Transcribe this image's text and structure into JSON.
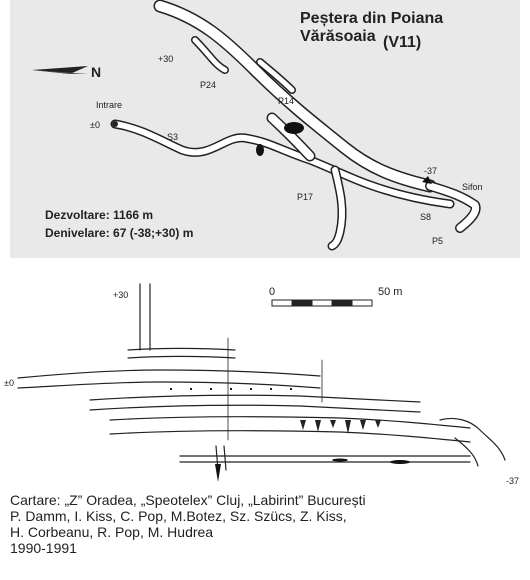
{
  "title": {
    "line1": "Peștera din Poiana Vărăsoaia",
    "line2": "(V11)"
  },
  "north_symbol": "N",
  "stats": {
    "development": "Dezvoltare: 1166 m",
    "denivelation": "Denivelare: 67 (-38;+30) m"
  },
  "plan_labels": {
    "entrance": "Intrare",
    "entrance_level": "±0",
    "s3": "S3",
    "p24": "P24",
    "p14": "P14",
    "p17": "P17",
    "plus30": "+30",
    "minus37": "-37",
    "sifon": "Sifon",
    "s8": "S8",
    "p5": "P5"
  },
  "profile_labels": {
    "plus30": "+30",
    "zero": "±0",
    "minus37": "-37"
  },
  "scale": {
    "start": "0",
    "end": "50 m"
  },
  "credits": {
    "line1": "Cartare: „Z” Oradea, „Speotelex” Cluj, „Labirint” București",
    "line2": "P. Damm, I. Kiss, C. Pop, M.Botez, Sz. Szücs, Z. Kiss,",
    "line3": "H. Corbeanu, R. Pop, M. Hudrea",
    "line4": "1990-1991"
  },
  "colors": {
    "plan_background": "#e9e9e9",
    "passage_fill": "#ffffff",
    "ink": "#222222",
    "water": "#111111"
  }
}
